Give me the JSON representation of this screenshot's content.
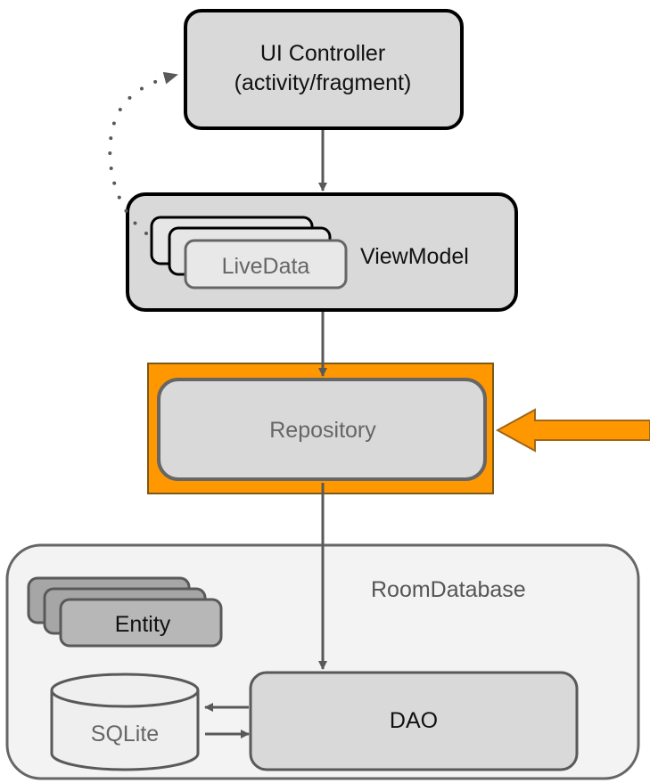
{
  "nodes": {
    "ui_controller": {
      "line1": "UI Controller",
      "line2": "(activity/fragment)"
    },
    "viewmodel": {
      "label": "ViewModel",
      "livedata_label": "LiveData"
    },
    "repository": {
      "label": "Repository",
      "highlighted": true
    },
    "room_database": {
      "label": "RoomDatabase",
      "entity_label": "Entity",
      "sqlite_label": "SQLite",
      "dao_label": "DAO"
    }
  },
  "colors": {
    "highlight": "#ff9800",
    "box_fill": "#d9d9d9",
    "container_fill": "#f3f3f3",
    "stroke_dark": "#000000",
    "stroke_gray": "#666666"
  }
}
